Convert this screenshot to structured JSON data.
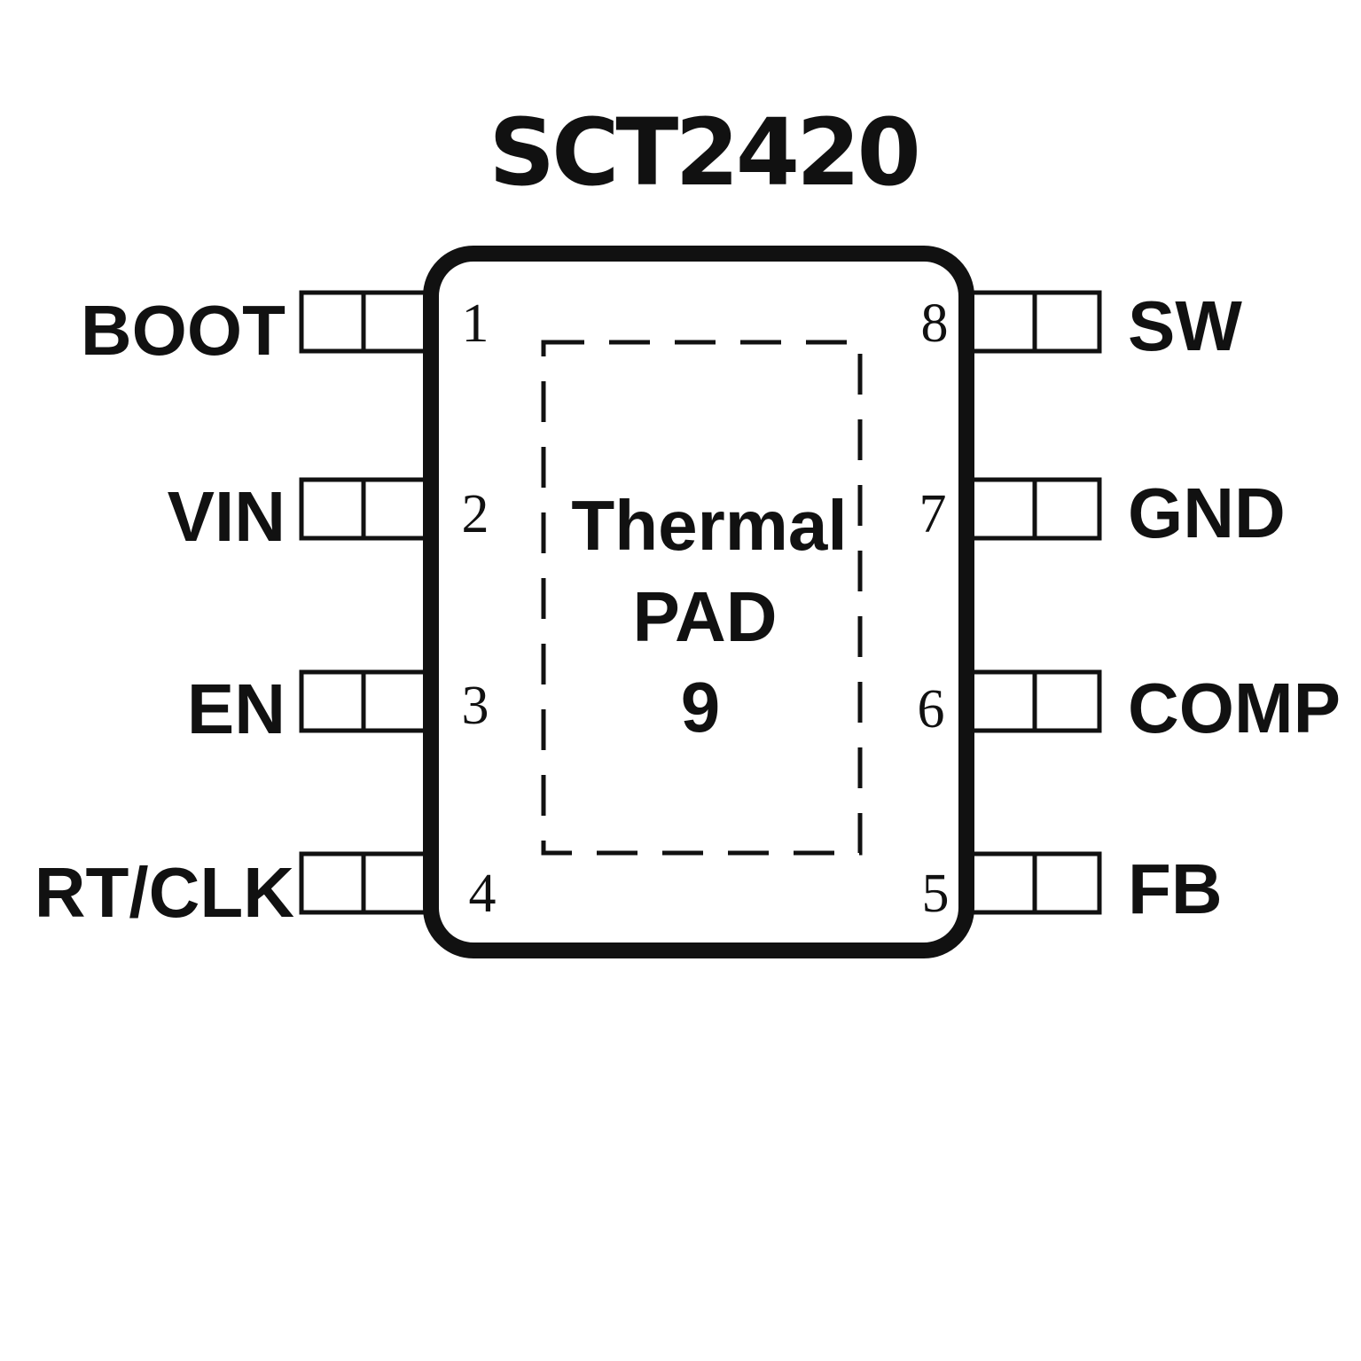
{
  "title": "SCT2420",
  "thermal_pad": {
    "line1": "Thermal",
    "line2": "PAD",
    "number": "9"
  },
  "pins_left": [
    {
      "number": "1",
      "name": "BOOT"
    },
    {
      "number": "2",
      "name": "VIN"
    },
    {
      "number": "3",
      "name": "EN"
    },
    {
      "number": "4",
      "name": "RT/CLK"
    }
  ],
  "pins_right": [
    {
      "number": "8",
      "name": "SW"
    },
    {
      "number": "7",
      "name": "GND"
    },
    {
      "number": "6",
      "name": "COMP"
    },
    {
      "number": "5",
      "name": "FB"
    }
  ]
}
